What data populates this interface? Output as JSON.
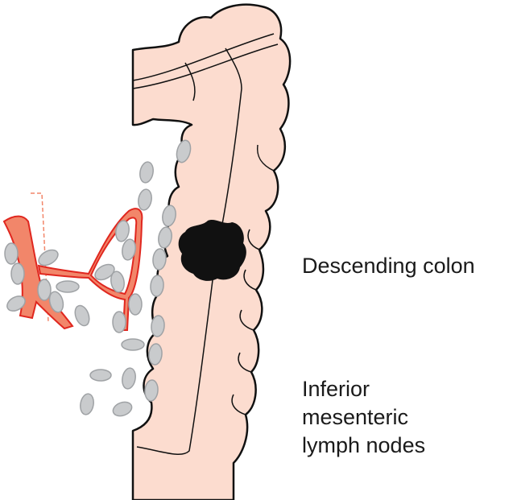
{
  "labels": {
    "descending_colon": "Descending colon",
    "lymph_nodes": [
      "Inferior",
      "mesenteric",
      "lymph nodes"
    ]
  },
  "colors": {
    "colon_fill": "#fcdccf",
    "outline": "#111111",
    "artery_fill": "#f2866a",
    "artery_stroke": "#e0271f",
    "node_fill": "#c9cbcd",
    "node_stroke": "#9fa2a5",
    "tumor": "#111111"
  }
}
